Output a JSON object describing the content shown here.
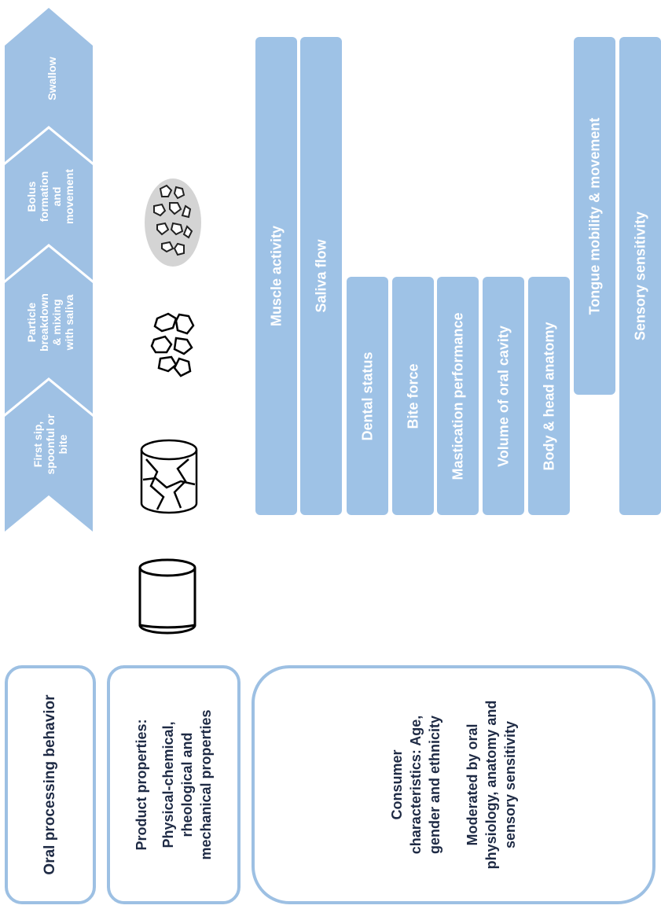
{
  "left_panels": {
    "oral_processing": "Oral processing behavior",
    "product_heading": "Product properties:",
    "product_lines": [
      "Physical-chemical,",
      "rheological and",
      "mechanical properties"
    ],
    "consumer_lines_1": [
      "Consumer",
      "characteristics: Age,",
      "gender and ethnicity"
    ],
    "consumer_lines_2": [
      "Moderated by oral",
      "physiology, anatomy and",
      "sensory sensitivity"
    ]
  },
  "stages": [
    {
      "lines": [
        "First sip,",
        "spoonful or",
        "bite"
      ]
    },
    {
      "lines": [
        "Particle",
        "breakdown",
        "& mixing",
        "with saliva"
      ]
    },
    {
      "lines": [
        "Bolus",
        "formation",
        "and",
        "movement"
      ]
    },
    {
      "lines": [
        "Swallow"
      ]
    }
  ],
  "factors": [
    "Muscle activity",
    "Saliva flow",
    "Dental status",
    "Bite force",
    "Mastication performance",
    "Volume of oral cavity",
    "Body & head anatomy",
    "Tongue mobility & movement",
    "Sensory sensitivity"
  ],
  "colors": {
    "bar": "#9ec2e6",
    "chevron": "#9fc1e4",
    "box_border": "#9dc0e3",
    "text_dark": "#1e2a44"
  },
  "icons": [
    "cylinder-intact-icon",
    "cylinder-fractured-icon",
    "particles-icon",
    "bolus-icon"
  ]
}
